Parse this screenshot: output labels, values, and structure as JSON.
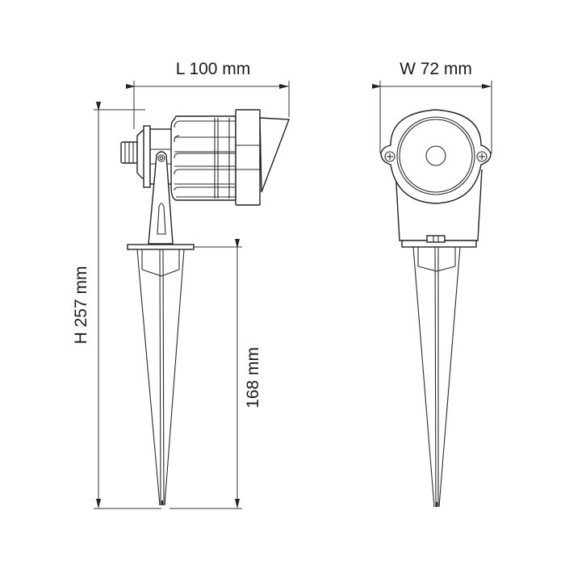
{
  "diagram": {
    "type": "technical_dimension_drawing",
    "subject": "spike-mounted garden spotlight",
    "views": [
      {
        "name": "side-view"
      },
      {
        "name": "front-view"
      }
    ],
    "dimensions": {
      "length": "L 100 mm",
      "width": "W 72 mm",
      "height": "H 257 mm",
      "spike_height": "168 mm"
    },
    "colors": {
      "line": "#222222",
      "background": "#ffffff"
    }
  }
}
